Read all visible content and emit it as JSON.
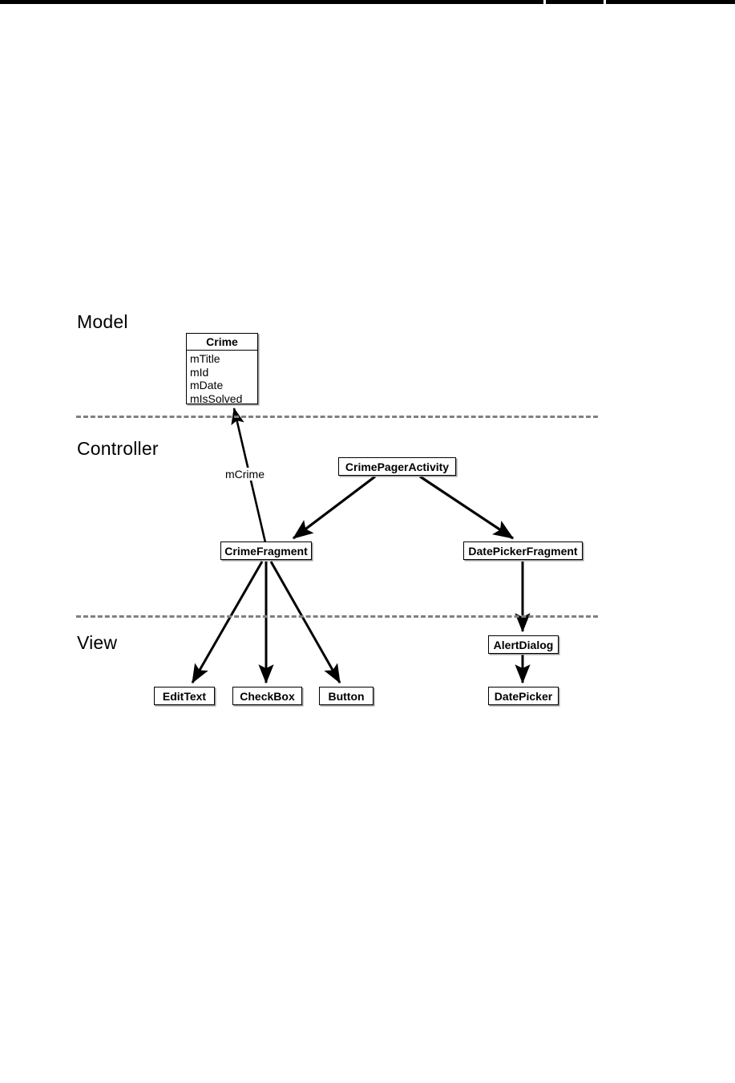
{
  "diagram": {
    "title_layers": [
      {
        "key": "model",
        "label": "Model"
      },
      {
        "key": "controller",
        "label": "Controller"
      },
      {
        "key": "view",
        "label": "View"
      }
    ],
    "model": {
      "caption": "Model",
      "crime_class": {
        "name": "Crime",
        "fields": [
          "mTitle",
          "mId",
          "mDate",
          "mIsSolved"
        ]
      }
    },
    "controller": {
      "caption": "Controller",
      "nodes": [
        {
          "id": "crime-pager-activity",
          "label": "CrimePagerActivity"
        },
        {
          "id": "crime-fragment",
          "label": "CrimeFragment"
        },
        {
          "id": "date-picker-fragment",
          "label": "DatePickerFragment"
        }
      ]
    },
    "view": {
      "caption": "View",
      "nodes": [
        {
          "id": "edit-text",
          "label": "EditText"
        },
        {
          "id": "check-box",
          "label": "CheckBox"
        },
        {
          "id": "button",
          "label": "Button"
        },
        {
          "id": "alert-dialog",
          "label": "AlertDialog"
        },
        {
          "id": "date-picker",
          "label": "DatePicker"
        }
      ]
    },
    "edges": [
      {
        "from": "crime-fragment",
        "to": "crime-class",
        "label": "mCrime"
      },
      {
        "from": "crime-pager-activity",
        "to": "crime-fragment",
        "label": ""
      },
      {
        "from": "crime-pager-activity",
        "to": "date-picker-fragment",
        "label": ""
      },
      {
        "from": "crime-fragment",
        "to": "edit-text",
        "label": ""
      },
      {
        "from": "crime-fragment",
        "to": "check-box",
        "label": ""
      },
      {
        "from": "crime-fragment",
        "to": "button",
        "label": ""
      },
      {
        "from": "date-picker-fragment",
        "to": "alert-dialog",
        "label": ""
      },
      {
        "from": "alert-dialog",
        "to": "date-picker",
        "label": ""
      }
    ],
    "edge_labels": {
      "m_crime": "mCrime"
    },
    "colors": {
      "ink": "#000000",
      "divider": "#808080",
      "shadow": "#9a9a9a",
      "background": "#ffffff"
    }
  }
}
